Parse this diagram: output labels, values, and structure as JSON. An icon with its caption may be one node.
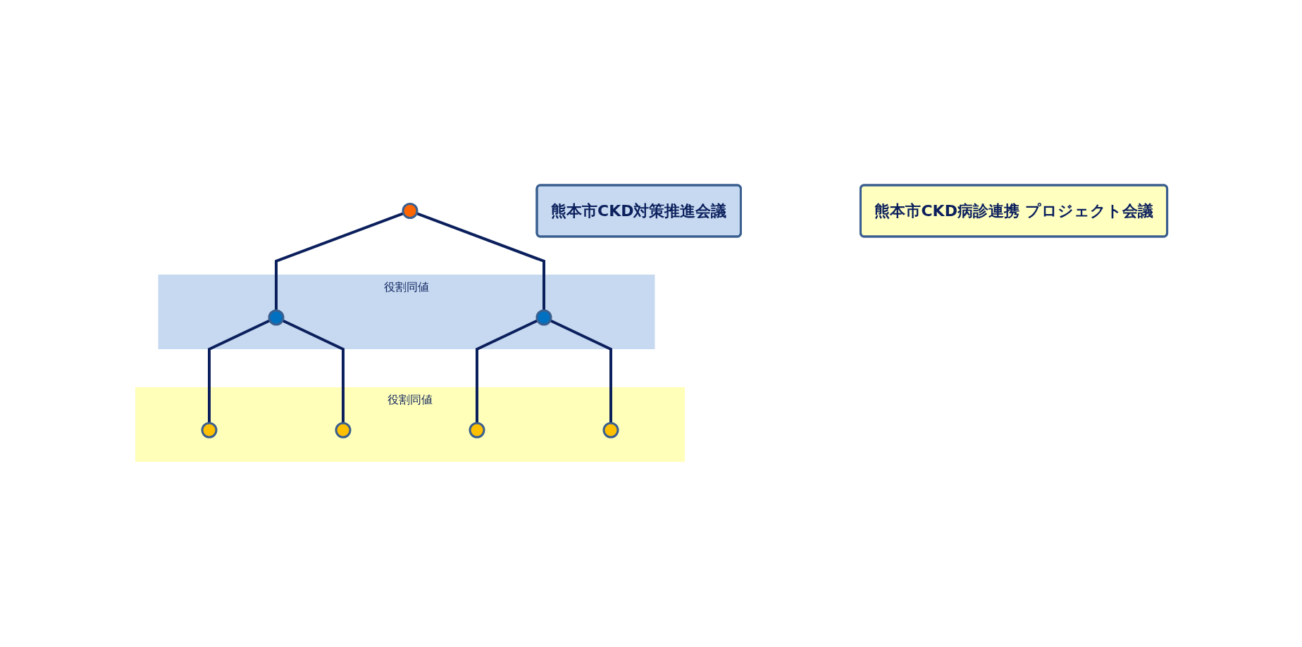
{
  "diagram": {
    "nodes": [
      {
        "text": [],
        "shape": "circle"
      },
      {
        "text": [
          "熊本市CKD対策推進会議"
        ]
      },
      {
        "text": [
          "役割同値"
        ]
      },
      {
        "text": [],
        "shape": "circle",
        "in": 2
      },
      {
        "text": [],
        "shape": "circle",
        "in": 2
      },
      {
        "text": [
          "熊本市CKD病診連携 プロジェクト会議"
        ]
      },
      {
        "text": [
          "役割同値"
        ]
      },
      {
        "text": [],
        "shape": "circle",
        "in": 6
      },
      {
        "text": [],
        "shape": "circle",
        "in": 6
      },
      {
        "text": [],
        "shape": "circle",
        "in": 6
      },
      {
        "text": [],
        "shape": "circle",
        "in": 6
      }
    ],
    "edges": [
      {
        "from": 0,
        "to": 3,
        "arrow": "none"
      },
      {
        "from": 0,
        "to": 4,
        "arrow": "none"
      },
      {
        "from": 3,
        "to": 7,
        "arrow": "none"
      },
      {
        "from": 3,
        "to": 8,
        "arrow": "none"
      },
      {
        "from": 4,
        "to": 9,
        "arrow": "none"
      },
      {
        "from": 4,
        "to": 10,
        "arrow": "none"
      }
    ]
  }
}
